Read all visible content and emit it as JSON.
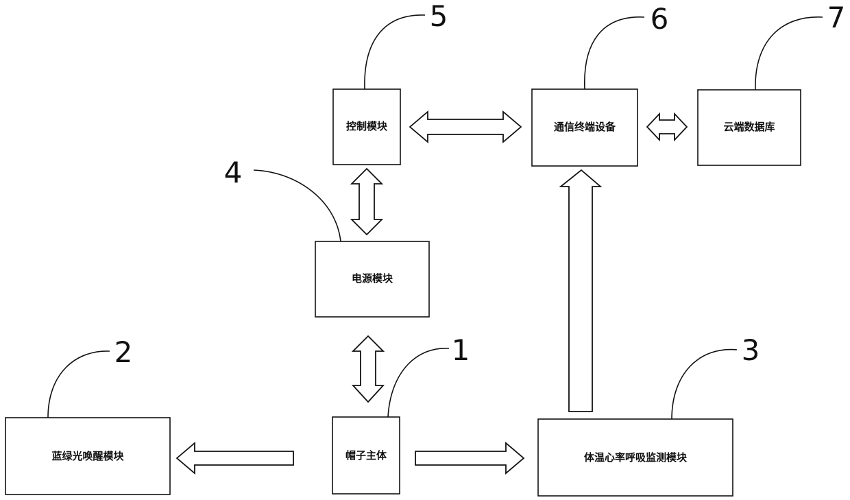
{
  "modules": {
    "control": {
      "label": "控制模块",
      "ref": "5"
    },
    "comm": {
      "label": "通信终端设备",
      "ref": "6"
    },
    "cloud": {
      "label": "云端数据库",
      "ref": "7"
    },
    "power": {
      "label": "电源模块",
      "ref": "4"
    },
    "blue_green": {
      "label": "蓝绿光唤醒模块",
      "ref": "2"
    },
    "hat": {
      "label": "帽子主体",
      "ref": "1"
    },
    "vital": {
      "label": "体温心率呼吸监测模块",
      "ref": "3"
    }
  }
}
